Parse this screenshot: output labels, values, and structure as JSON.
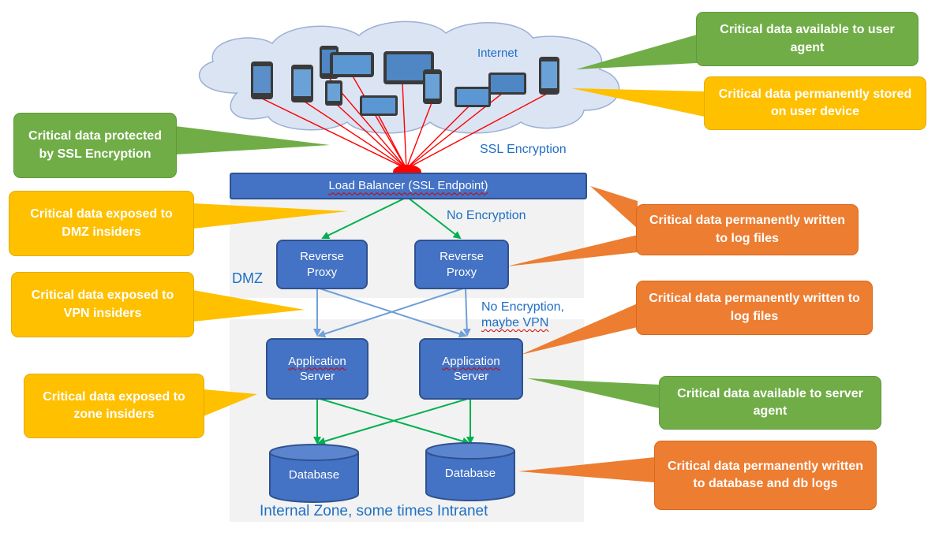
{
  "labels": {
    "internet": "Internet",
    "ssl_encryption": "SSL Encryption",
    "no_encryption": "No Encryption",
    "no_encryption_vpn_line1": "No Encryption,",
    "no_encryption_vpn_line2": "maybe VPN",
    "dmz": "DMZ",
    "internal_zone": "Internal Zone, some times Intranet"
  },
  "nodes": {
    "load_balancer": "Load Balancer (SSL Endpoint)",
    "reverse_proxy_l1": "Reverse",
    "reverse_proxy_l2": "Proxy",
    "app_server_l1": "Application",
    "app_server_l2": "Server",
    "database": "Database"
  },
  "callouts": {
    "user_agent": "Critical data available to user agent",
    "user_device": "Critical data permanently stored on user device",
    "ssl_protected": "Critical data protected by SSL Encryption",
    "dmz_insiders": "Critical data exposed to DMZ insiders",
    "log_files_proxy": "Critical data permanently written to log files",
    "vpn_insiders": "Critical data exposed to VPN insiders",
    "log_files_app": "Critical data permanently written to log files",
    "zone_insiders": "Critical data exposed to zone insiders",
    "server_agent": "Critical data available to server agent",
    "database_logs": "Critical data permanently written to database and db logs"
  },
  "colors": {
    "green": "#70ad47",
    "yellow": "#ffc000",
    "orange": "#ed7d31",
    "blue": "#4472c4",
    "label_blue": "#1f6fc5",
    "line_red": "#ff0000",
    "line_green": "#00b050",
    "line_lightblue": "#6fa0d8"
  }
}
